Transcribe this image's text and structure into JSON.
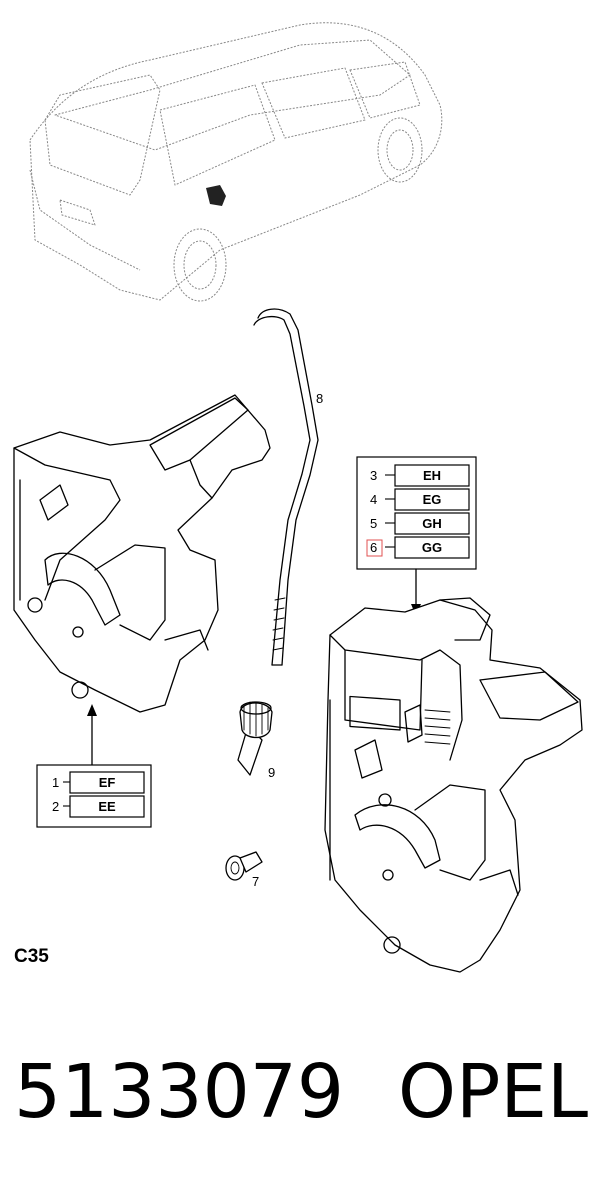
{
  "diagram": {
    "section_code": "C35",
    "part_number": "5133079",
    "brand": "OPEL",
    "callouts": [
      "7",
      "8",
      "9"
    ],
    "left_table": [
      {
        "num": "1",
        "code": "EF"
      },
      {
        "num": "2",
        "code": "EE"
      }
    ],
    "right_table": [
      {
        "num": "3",
        "code": "EH"
      },
      {
        "num": "4",
        "code": "EG"
      },
      {
        "num": "5",
        "code": "GH"
      },
      {
        "num": "6",
        "code": "GG"
      }
    ],
    "highlight_color": "#e05050"
  }
}
